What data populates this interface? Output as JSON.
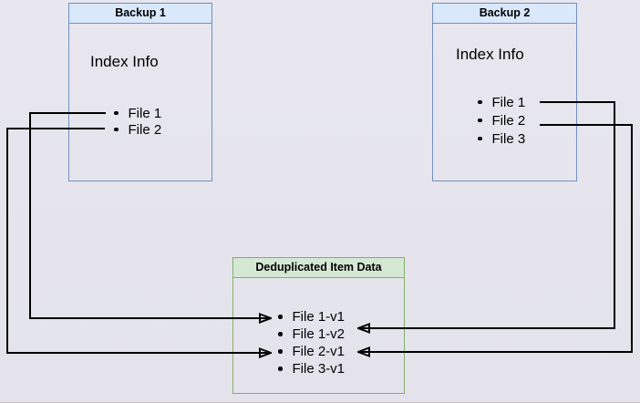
{
  "backup1": {
    "title": "Backup 1",
    "subtitle": "Index Info",
    "files": [
      "File 1",
      "File 2"
    ]
  },
  "backup2": {
    "title": "Backup 2",
    "subtitle": "Index Info",
    "files": [
      "File 1",
      "File 2",
      "File 3"
    ]
  },
  "dedup": {
    "title": "Deduplicated Item Data",
    "items": [
      "File 1-v1",
      "File 1-v2",
      "File 2-v1",
      "File 3-v1"
    ]
  },
  "connections": [
    {
      "from": "Backup 1 / File 1",
      "to": "File 1-v1"
    },
    {
      "from": "Backup 1 / File 2",
      "to": "File 2-v1"
    },
    {
      "from": "Backup 2 / File 1",
      "to": "File 1-v2"
    },
    {
      "from": "Backup 2 / File 2",
      "to": "File 2-v1"
    }
  ],
  "colors": {
    "blue_fill": "#dae8fc",
    "blue_stroke": "#7291bd",
    "green_fill": "#d5e8d4",
    "green_stroke": "#85ae6c",
    "connector": "#000000",
    "text": "#000000"
  }
}
